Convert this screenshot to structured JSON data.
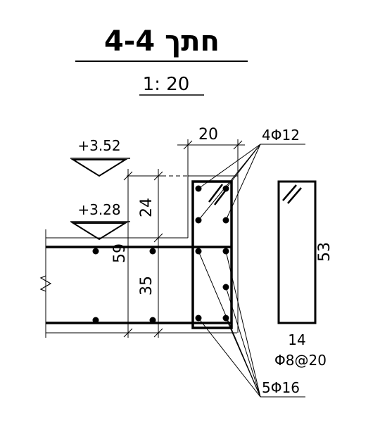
{
  "drawing": {
    "title": "חתך 4-4",
    "scale": "1: 20",
    "levels": {
      "top": "+3.52",
      "bottom": "+3.28"
    },
    "dimensions": {
      "beam_width": "20",
      "drop_height": "24",
      "slab_depth": "35",
      "total_height": "59",
      "stirrup_height": "53",
      "stirrup_width": "14"
    },
    "rebar": {
      "top_bars": "4Φ12",
      "bottom_bars": "5Φ16",
      "stirrups": "Φ8@20"
    }
  }
}
